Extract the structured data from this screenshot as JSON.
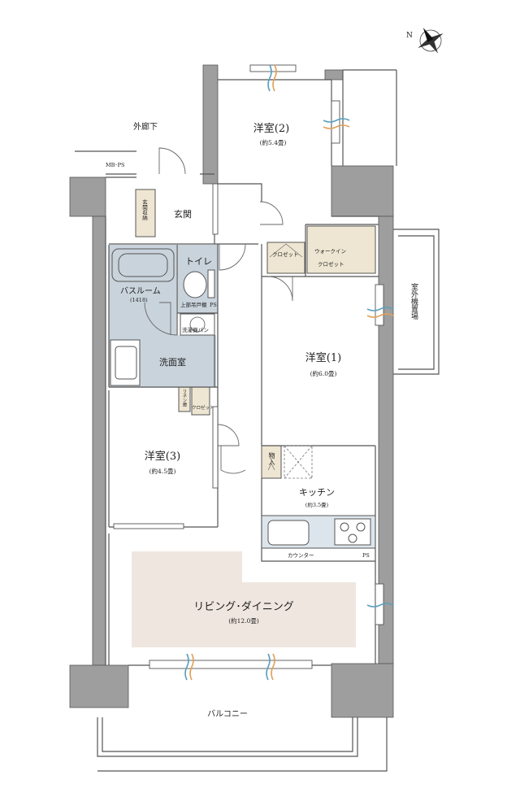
{
  "rooms": {
    "western2": {
      "name": "洋室(2)",
      "size": "(約5.4畳)"
    },
    "western1": {
      "name": "洋室(1)",
      "size": "(約6.0畳)"
    },
    "western3": {
      "name": "洋室(3)",
      "size": "(約4.5畳)"
    },
    "kitchen": {
      "name": "キッチン",
      "size": "(約3.5畳)"
    },
    "living": {
      "name": "リビング･ダイニング",
      "size": "(約12.0畳)"
    },
    "bathroom": {
      "name": "バスルーム",
      "size": "(1418)"
    },
    "washroom": {
      "name": "洗面室"
    },
    "toilet": {
      "name": "トイレ"
    },
    "entrance": {
      "name": "玄関"
    }
  },
  "labels": {
    "corridor": "外廊下",
    "mbps": "MB･PS",
    "entrance_storage": "玄関収納",
    "closet": "クロゼット",
    "walkin_closet_1": "ウォークイン",
    "walkin_closet_2": "クロゼット",
    "outdoor_unit": "室外機置場",
    "upper_cabinet": "上部吊戸棚",
    "ps": "PS",
    "washer_pan": "洗濯機パン",
    "linen": "リネン庫",
    "storage": "物入",
    "counter": "カウンター",
    "balcony": "バルコニー",
    "north": "N"
  },
  "colors": {
    "wall": "#9e9e9e",
    "bath_wash": "#c9d3dc",
    "storage": "#eee6d2",
    "living": "#efe6df",
    "line": "#555555"
  }
}
